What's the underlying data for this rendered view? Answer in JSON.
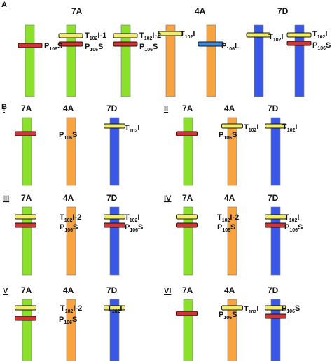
{
  "colors": {
    "7A": "#8be02a",
    "4A": "#f7a340",
    "7D": "#3a58e8",
    "T102": "#f3ee6a",
    "P106": "#d93232",
    "P106L": "#3a8de6"
  },
  "sections": {
    "A": "A",
    "B": "B"
  },
  "panel_a": {
    "headers": [
      "7A",
      "4A",
      "7D"
    ],
    "labels": {
      "p106s_left": {
        "main": "P",
        "sub": "106",
        "tail": "S"
      },
      "t102_1": {
        "main": "T",
        "sub": "102",
        "tail": "I-1"
      },
      "p106s_mid": {
        "main": "P",
        "sub": "106",
        "tail": "S"
      },
      "t102_2": {
        "main": "T",
        "sub": "102",
        "tail": "I-2"
      },
      "p106s_r": {
        "main": "P",
        "sub": "106",
        "tail": "S"
      },
      "t102_4a": {
        "main": "T",
        "sub": "102",
        "tail": "I"
      },
      "p106l": {
        "main": "P",
        "sub": "106",
        "tail": "L"
      },
      "t102_7d1": {
        "main": "T",
        "sub": "102",
        "tail": "I"
      },
      "t102_7d2": {
        "main": "T",
        "sub": "102",
        "tail": "I"
      },
      "p106s_7d": {
        "main": "P",
        "sub": "106",
        "tail": "S"
      }
    }
  },
  "panel_b": [
    {
      "numeral": "I",
      "headers": [
        "7A",
        "4A",
        "7D"
      ],
      "labels": {
        "a1": {
          "main": "P",
          "sub": "106",
          "tail": "S"
        },
        "a2": {
          "main": "T",
          "sub": "102",
          "tail": "I"
        }
      }
    },
    {
      "numeral": "II",
      "headers": [
        "7A",
        "4A",
        "7D"
      ],
      "labels": {
        "a1": {
          "main": "P",
          "sub": "106",
          "tail": "S"
        },
        "a2": {
          "main": "T",
          "sub": "102",
          "tail": "I"
        },
        "a3": {
          "main": "T",
          "sub": "102",
          "tail": "I"
        }
      }
    },
    {
      "numeral": "III",
      "headers": [
        "7A",
        "4A",
        "7D"
      ],
      "labels": {
        "a1": {
          "main": "T",
          "sub": "102",
          "tail": "I-2"
        },
        "a2": {
          "main": "P",
          "sub": "106",
          "tail": "S"
        },
        "a3": {
          "main": "T",
          "sub": "102",
          "tail": "I"
        },
        "a4": {
          "main": "P",
          "sub": "106",
          "tail": "S"
        }
      }
    },
    {
      "numeral": "IV",
      "headers": [
        "7A",
        "4A",
        "7D"
      ],
      "labels": {
        "a1": {
          "main": "T",
          "sub": "102",
          "tail": "I-2"
        },
        "a2": {
          "main": "P",
          "sub": "106",
          "tail": "S"
        },
        "a3": {
          "main": "T",
          "sub": "102",
          "tail": "I"
        },
        "a4": {
          "main": "P",
          "sub": "106",
          "tail": "S"
        }
      }
    },
    {
      "numeral": "V",
      "headers": [
        "7A",
        "4A",
        "7D"
      ],
      "labels": {
        "a1": {
          "main": "T",
          "sub": "102",
          "tail": "I-2"
        },
        "a2": {
          "main": "P",
          "sub": "106",
          "tail": "S"
        },
        "a3": {
          "main": "T",
          "sub": "102",
          "tail": "I"
        }
      }
    },
    {
      "numeral": "VI",
      "headers": [
        "7A",
        "4A",
        "7D"
      ],
      "labels": {
        "a1": {
          "main": "P",
          "sub": "106",
          "tail": "S"
        },
        "a2": {
          "main": "T",
          "sub": "102",
          "tail": "I"
        },
        "a3": {
          "main": "P",
          "sub": "106",
          "tail": "S"
        }
      }
    }
  ]
}
